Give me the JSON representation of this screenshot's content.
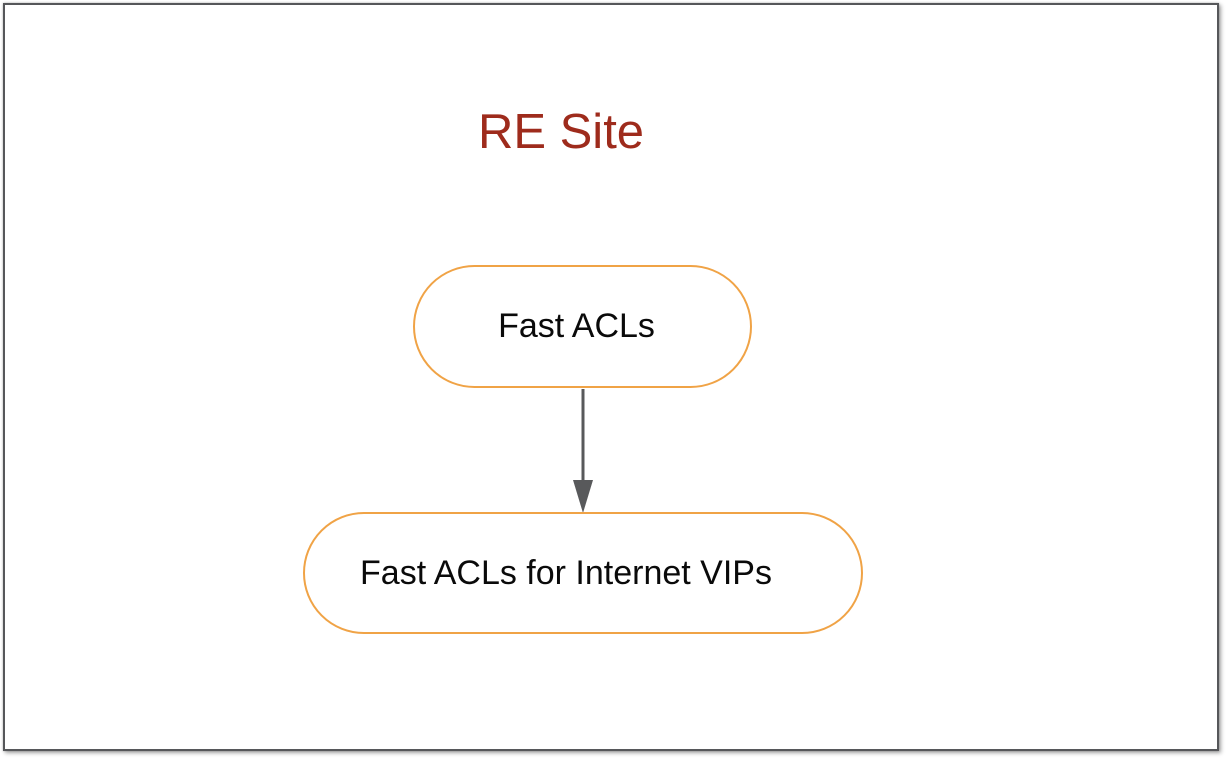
{
  "diagram": {
    "title": {
      "text": "RE Site"
    },
    "nodes": [
      {
        "id": "fast-acls",
        "label": "Fast ACLs",
        "shape": "rounded-pill"
      },
      {
        "id": "fast-acls-for-internet-vips",
        "label": "Fast ACLs for Internet VIPs",
        "shape": "rounded-pill"
      }
    ],
    "edges": [
      {
        "from": "fast-acls",
        "to": "fast-acls-for-internet-vips",
        "type": "arrow-down"
      }
    ],
    "colors": {
      "title_text": "#9E2B1C",
      "node_border": "#F0A346",
      "node_fill": "#FFFFFF",
      "node_text": "#0A0A0A",
      "edge": "#58595B",
      "frame_border": "#56575A",
      "background": "#FFFFFF"
    }
  }
}
